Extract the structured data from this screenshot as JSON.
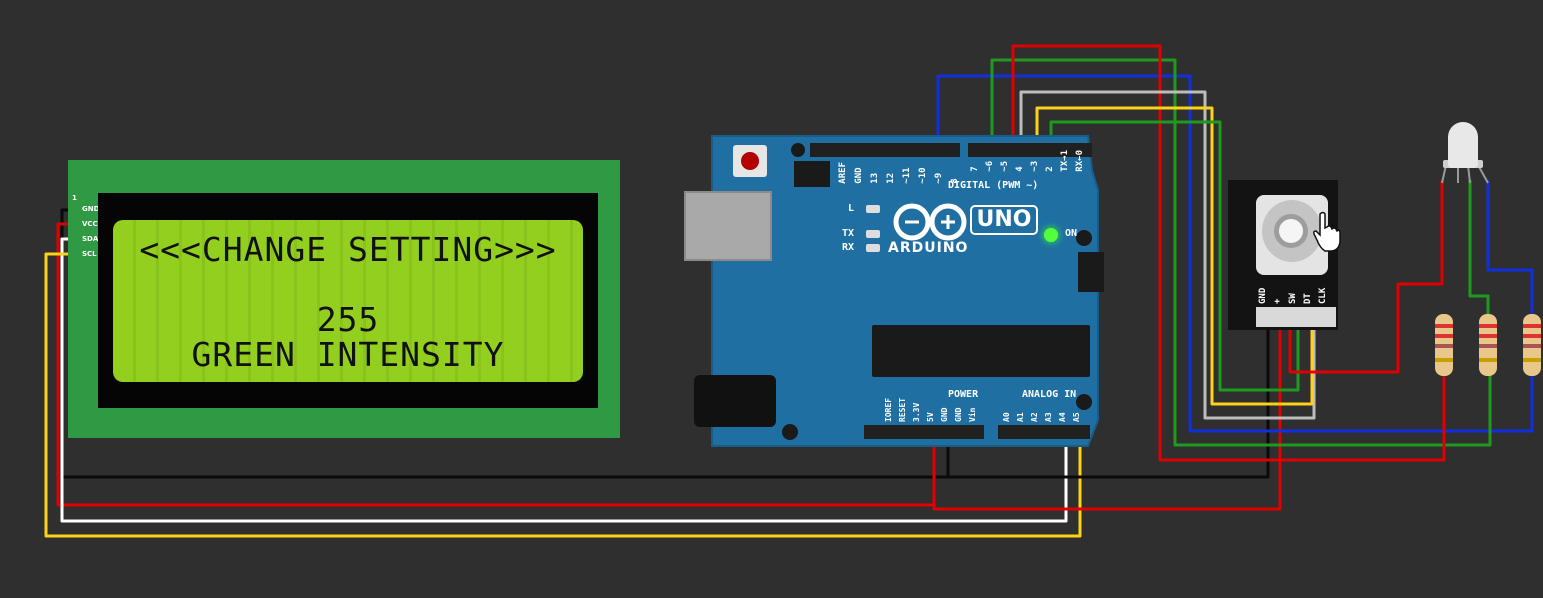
{
  "lcd": {
    "line1": "<<<CHANGE SETTING>>>",
    "line3": "255",
    "line4": "GREEN INTENSITY",
    "pins": [
      "GND",
      "VCC",
      "SDA",
      "SCL"
    ],
    "pin1_marker": "1"
  },
  "arduino": {
    "brand": "ARDUINO",
    "model": "UNO",
    "on_label": "ON",
    "digital_label": "DIGITAL (PWM ~)",
    "analog_label": "ANALOG IN",
    "power_label": "POWER",
    "led_labels": [
      "L",
      "TX",
      "RX"
    ],
    "top_pins": [
      "AREF",
      "GND",
      "13",
      "12",
      "~11",
      "~10",
      "~9",
      "8",
      "7",
      "~6",
      "~5",
      "4",
      "~3",
      "2",
      "TX→1",
      "RX←0"
    ],
    "power_pins": [
      "IOREF",
      "RESET",
      "3.3V",
      "5V",
      "GND",
      "GND",
      "Vin"
    ],
    "analog_pins": [
      "A0",
      "A1",
      "A2",
      "A3",
      "A4",
      "A5"
    ]
  },
  "encoder": {
    "pins": [
      "GND",
      "+",
      "SW",
      "DT",
      "CLK"
    ]
  },
  "colors": {
    "background": "#2f2f2f",
    "lcd_board": "#2f9a43",
    "lcd_screen": "#93cf1f",
    "arduino_board": "#1f6fa3",
    "wire_red": "#e00000",
    "wire_black": "#0a0a0a",
    "wire_white": "#ffffff",
    "wire_yellow": "#ffd21a",
    "wire_blue": "#1030e0",
    "wire_green": "#1f9a1f",
    "wire_gray": "#bdbdbd"
  }
}
